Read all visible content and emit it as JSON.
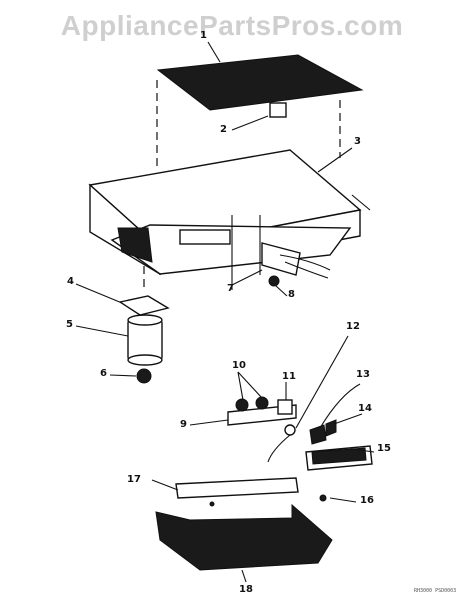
{
  "watermark": "AppliancePartsPros.com",
  "callouts": [
    "1",
    "2",
    "3",
    "4",
    "5",
    "6",
    "7",
    "8",
    "9",
    "10",
    "11",
    "12",
    "13",
    "14",
    "15",
    "16",
    "17",
    "18"
  ],
  "footer_code": "RH3000 PSD0003"
}
